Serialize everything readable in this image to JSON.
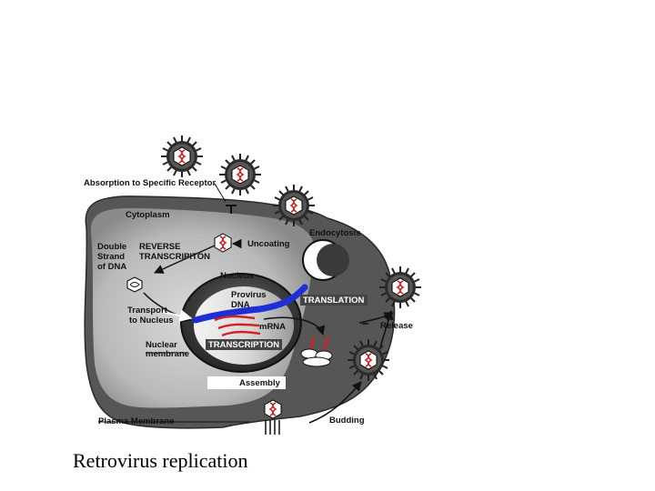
{
  "title": "Retrovirus replication",
  "labels": {
    "absorption": "Absorption to Specific Receptor",
    "cytoplasm": "Cytoplasm",
    "endocytosis": "Endocytosis",
    "uncoating": "Uncoating",
    "double_strand": [
      "Double",
      "Strand",
      "of DNA"
    ],
    "reverse_transcription": [
      "REVERSE",
      "TRANSCRIPITON"
    ],
    "nucleus": "Nucleus",
    "provirus_dna": [
      "Provirus",
      "DNA"
    ],
    "translation": "TRANSLATION",
    "transport": [
      "Transport",
      "to Nucleus"
    ],
    "mrna": "mRNA",
    "nuclear_membrane": [
      "Nuclear",
      "membrane"
    ],
    "transcription": "TRANSCRIPTION",
    "release": "Release",
    "assembly": "Assembly",
    "plasma_membrane": "Plasma Membrane",
    "budding": "Budding"
  },
  "colors": {
    "cell": "#5a5a5a",
    "cytoplasm": "#b8b8b8",
    "dna": "#1f2fd6",
    "mrna": "#d42020",
    "virus_core": "#cc2222"
  }
}
